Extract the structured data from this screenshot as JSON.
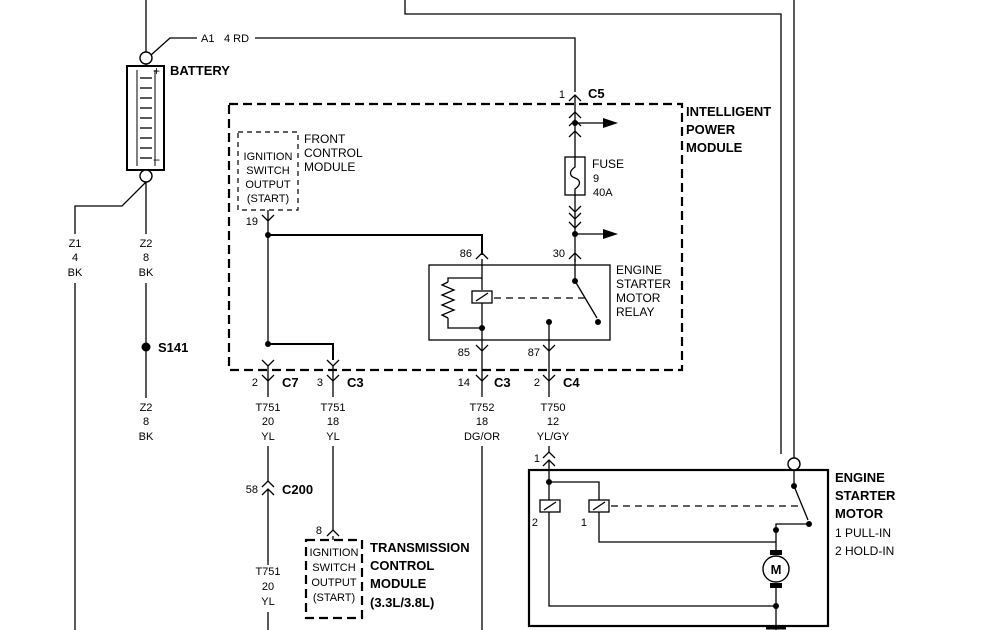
{
  "battery": {
    "label": "BATTERY",
    "plus": "+",
    "minus": "−",
    "feed_pin": "A1",
    "feed_wire": "4 RD"
  },
  "ground_wires": {
    "z1": {
      "circuit": "Z1",
      "gauge": "4",
      "color": "BK"
    },
    "z2_upper": {
      "circuit": "Z2",
      "gauge": "8",
      "color": "BK"
    },
    "z2_lower": {
      "circuit": "Z2",
      "gauge": "8",
      "color": "BK"
    }
  },
  "splice": {
    "label": "S141"
  },
  "ipm": {
    "title_lines": [
      "INTELLIGENT",
      "POWER",
      "MODULE"
    ],
    "input_connector": {
      "pin": "1",
      "name": "C5"
    },
    "fuse": {
      "label": "FUSE",
      "number": "9",
      "rating": "40A"
    },
    "fcm": {
      "box_lines": [
        "IGNITION",
        "SWITCH",
        "OUTPUT",
        "(START)"
      ],
      "name_lines": [
        "FRONT",
        "CONTROL",
        "MODULE"
      ],
      "pin": "19"
    },
    "relay": {
      "name_lines": [
        "ENGINE",
        "STARTER",
        "MOTOR",
        "RELAY"
      ],
      "pins": {
        "p86": "86",
        "p30": "30",
        "p85": "85",
        "p87": "87"
      }
    }
  },
  "connectors": [
    {
      "pin": "2",
      "name": "C7"
    },
    {
      "pin": "3",
      "name": "C3"
    },
    {
      "pin": "14",
      "name": "C3"
    },
    {
      "pin": "2",
      "name": "C4"
    }
  ],
  "wires": [
    {
      "circuit": "T751",
      "gauge": "20",
      "color": "YL"
    },
    {
      "circuit": "T751",
      "gauge": "18",
      "color": "YL"
    },
    {
      "circuit": "T752",
      "gauge": "18",
      "color": "DG/OR"
    },
    {
      "circuit": "T750",
      "gauge": "12",
      "color": "YL/GY"
    }
  ],
  "c200": {
    "pin": "58",
    "name": "C200"
  },
  "wire_lower": {
    "circuit": "T751",
    "gauge": "20",
    "color": "YL"
  },
  "tcm": {
    "pin": "8",
    "box_lines": [
      "IGNITION",
      "SWITCH",
      "OUTPUT",
      "(START)"
    ],
    "name_lines": [
      "TRANSMISSION",
      "CONTROL",
      "MODULE",
      "(3.3L/3.8L)"
    ]
  },
  "starter": {
    "name_lines": [
      "ENGINE",
      "STARTER",
      "MOTOR"
    ],
    "legend": [
      "1 PULL-IN",
      "2 HOLD-IN"
    ],
    "pin": "1",
    "coil_labels": [
      "2",
      "1"
    ],
    "motor_symbol": "M"
  }
}
